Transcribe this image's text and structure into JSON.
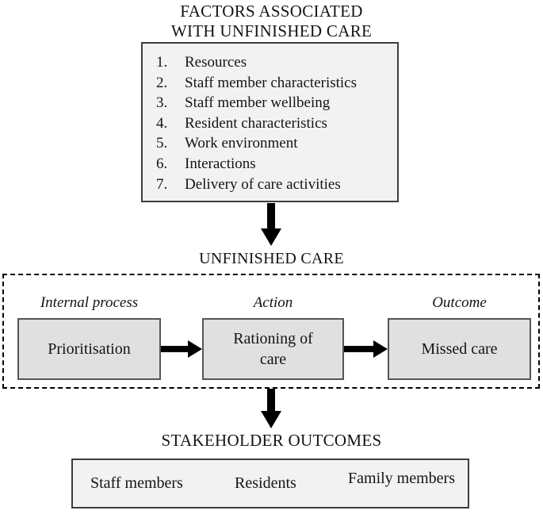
{
  "colors": {
    "page_bg": "#ffffff",
    "panel_fill": "#f2f2f2",
    "stage_fill": "#e0e0e0",
    "panel_border": "#3d3d3d",
    "stage_border": "#555555",
    "arrow": "#000000"
  },
  "factors": {
    "title_line1": "FACTORS ASSOCIATED",
    "title_line2": "WITH UNFINISHED CARE",
    "items": [
      {
        "num": "1.",
        "label": "Resources"
      },
      {
        "num": "2.",
        "label": "Staff member characteristics"
      },
      {
        "num": "3.",
        "label": "Staff member wellbeing"
      },
      {
        "num": "4.",
        "label": "Resident characteristics"
      },
      {
        "num": "5.",
        "label": "Work environment"
      },
      {
        "num": "6.",
        "label": "Interactions"
      },
      {
        "num": "7.",
        "label": "Delivery of care activities"
      }
    ]
  },
  "unfinished_care": {
    "heading": "UNFINISHED CARE",
    "stages": [
      {
        "label": "Internal process",
        "box": "Prioritisation"
      },
      {
        "label": "Action",
        "box": "Rationing of care"
      },
      {
        "label": "Outcome",
        "box": "Missed care"
      }
    ]
  },
  "stakeholder": {
    "heading": "STAKEHOLDER OUTCOMES",
    "items": [
      "Staff members",
      "Residents",
      "Family members"
    ]
  }
}
